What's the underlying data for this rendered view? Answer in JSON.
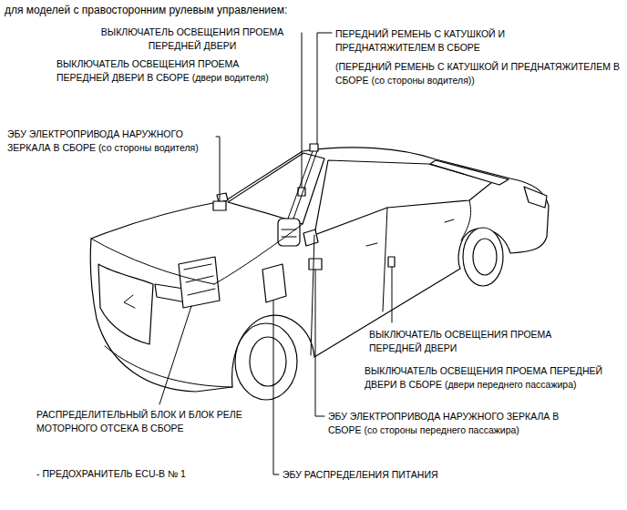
{
  "diagram": {
    "title": "для моделей с правосторонним рулевым управлением:",
    "labels": [
      "ВЫКЛЮЧАТЕЛЬ ОСВЕЩЕНИЯ ПРОЕМА ПЕРЕДНЕЙ ДВЕРИ",
      "ПЕРЕДНИЙ РЕМЕНЬ С КАТУШКОЙ И ПРЕДНАТЯЖИТЕЛЕМ В СБОРЕ",
      "ВЫКЛЮЧАТЕЛЬ ОСВЕЩЕНИЯ ПРОЕМА ПЕРЕДНЕЙ ДВЕРИ В СБОРЕ (двери водителя)",
      "(ПЕРЕДНИЙ РЕМЕНЬ С КАТУШКОЙ И ПРЕДНАТЯЖИТЕЛЕМ В СБОРЕ (со стороны водителя))",
      "ЭБУ ЭЛЕКТРОПРИВОДА НАРУЖНОГО ЗЕРКАЛА В СБОРЕ (со стороны водителя)",
      "ВЫКЛЮЧАТЕЛЬ ОСВЕЩЕНИЯ ПРОЕМА ПЕРЕДНЕЙ ДВЕРИ",
      "ВЫКЛЮЧАТЕЛЬ ОСВЕЩЕНИЯ ПРОЕМА ПЕРЕДНЕЙ ДВЕРИ В СБОРЕ (двери переднего пассажира)",
      "РАСПРЕДЕЛИТЕЛЬНЫЙ БЛОК И БЛОК РЕЛЕ МОТОРНОГО ОТСЕКА В СБОРЕ",
      "ЭБУ ЭЛЕКТРОПРИВОДА НАРУЖНОГО ЗЕРКАЛА В СБОРЕ (со стороны переднего пассажира)",
      "- ПРЕДОХРАНИТЕЛЬ ECU-B № 1",
      "ЭБУ РАСПРЕДЕЛЕНИЯ ПИТАНИЯ"
    ]
  }
}
